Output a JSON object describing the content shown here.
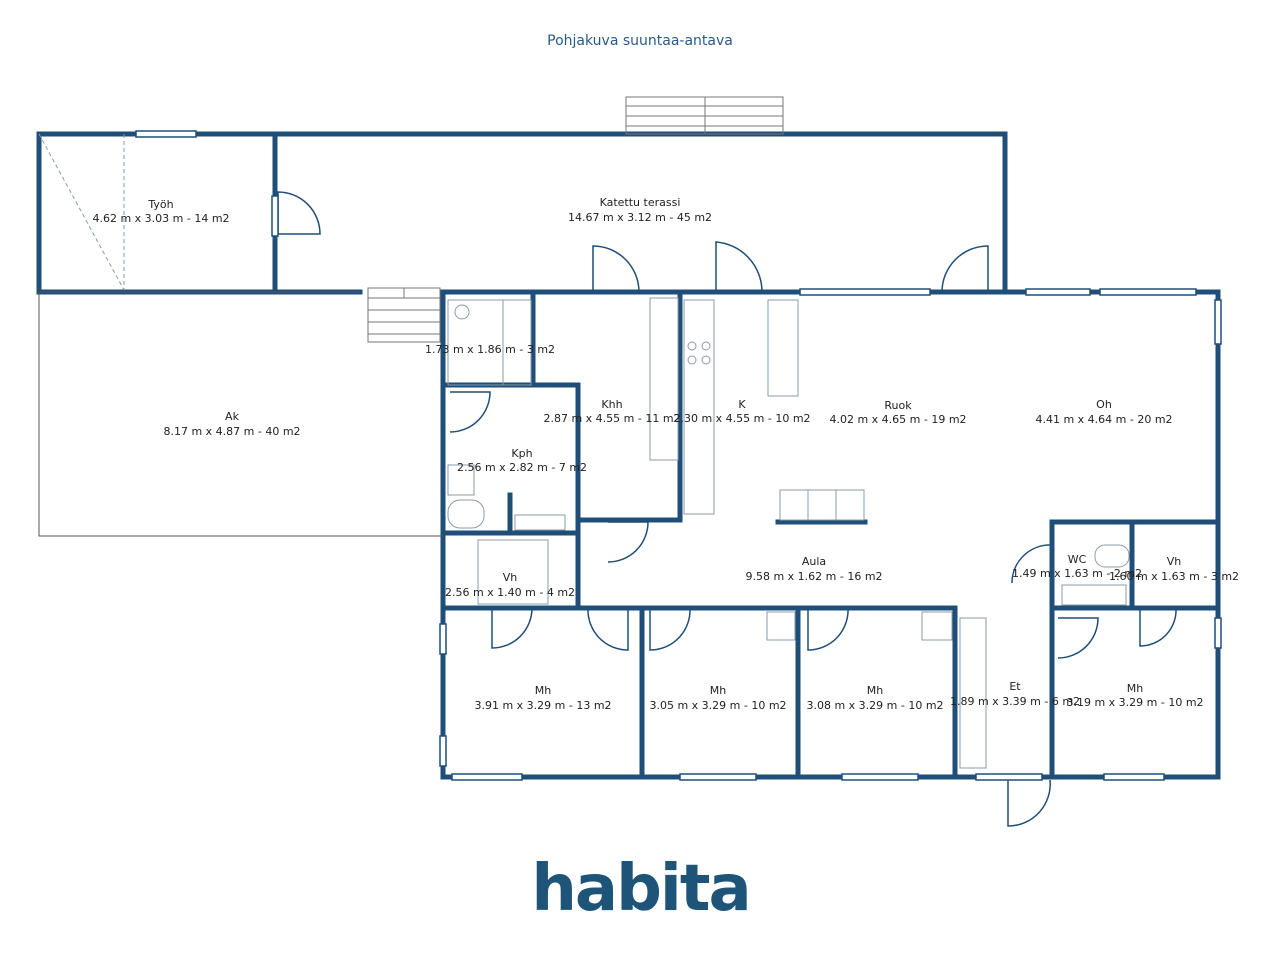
{
  "title": "Pohjakuva suuntaa-antava",
  "logo_text": "habita",
  "colors": {
    "wall": "#1f4e79",
    "text": "#222222",
    "logo": "#1e5478",
    "fixture": "#8a9aa8"
  },
  "rooms": [
    {
      "name": "Työh",
      "dims": "4.62 m x 3.03 m - 14 m2"
    },
    {
      "name": "Katettu terassi",
      "dims": "14.67 m x 3.12 m - 45 m2"
    },
    {
      "name": "Ak",
      "dims": "8.17 m x 4.87 m - 40 m2"
    },
    {
      "name": "",
      "dims": "1.73 m x 1.86 m - 3 m2"
    },
    {
      "name": "Khh",
      "dims": "2.87 m x 4.55 m - 11 m2"
    },
    {
      "name": "K",
      "dims": "2.30 m x 4.55 m - 10 m2"
    },
    {
      "name": "Ruok",
      "dims": "4.02 m x 4.65 m - 19 m2"
    },
    {
      "name": "Oh",
      "dims": "4.41 m x 4.64 m - 20 m2"
    },
    {
      "name": "Kph",
      "dims": "2.56 m x 2.82 m - 7 m2"
    },
    {
      "name": "Aula",
      "dims": "9.58 m x 1.62 m - 16 m2"
    },
    {
      "name": "WC",
      "dims": "1.49 m x 1.63 m - 2 m2"
    },
    {
      "name": "Vh",
      "dims": "1.60 m x 1.63 m - 3 m2"
    },
    {
      "name": "Vh",
      "dims": "2.56 m x 1.40 m - 4 m2"
    },
    {
      "name": "Mh",
      "dims": "3.91 m x 3.29 m - 13 m2"
    },
    {
      "name": "Mh",
      "dims": "3.05 m x 3.29 m - 10 m2"
    },
    {
      "name": "Mh",
      "dims": "3.08 m x 3.29 m - 10 m2"
    },
    {
      "name": "Et",
      "dims": "1.89 m x 3.39 m - 6 m2"
    },
    {
      "name": "Mh",
      "dims": "3.19 m x 3.29 m - 10 m2"
    }
  ]
}
